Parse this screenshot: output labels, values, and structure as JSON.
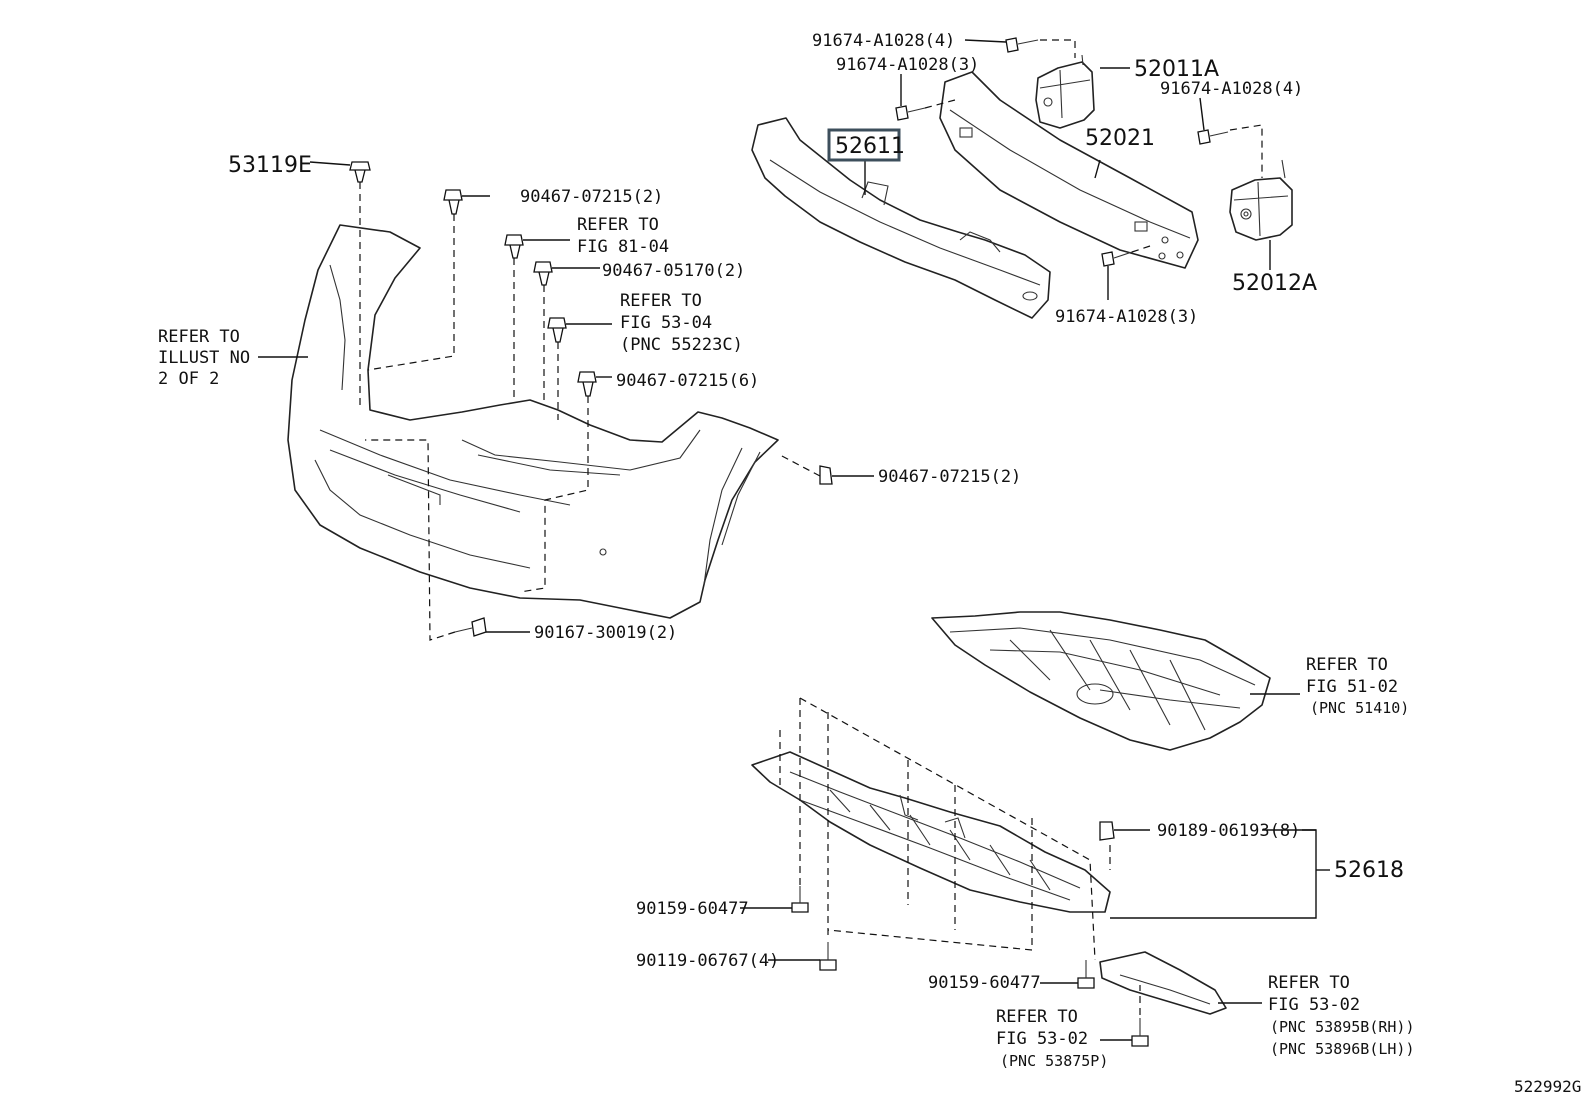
{
  "diagram": {
    "image_code": "522992G",
    "callouts": {
      "c01": "91674-A1028(4)",
      "c02": "91674-A1028(3)",
      "c03": "52011A",
      "c04": "91674-A1028(4)",
      "c05": "52611",
      "c06": "52021",
      "c07": "52012A",
      "c08": "91674-A1028(3)",
      "c09": "53119E",
      "c10": "90467-07215(2)",
      "c11a": "REFER TO",
      "c11b": "FIG 81-04",
      "c12": "90467-05170(2)",
      "c13a": "REFER TO",
      "c13b": "FIG 53-04",
      "c13c": "(PNC 55223C)",
      "c14a": "REFER TO",
      "c14b": "ILLUST NO",
      "c14c": "2 OF 2",
      "c15": "90467-07215(6)",
      "c16": "90467-07215(2)",
      "c17": "90167-30019(2)",
      "c18a": "REFER TO",
      "c18b": "FIG 51-02",
      "c18c": "(PNC 51410)",
      "c19": "90189-06193(8)",
      "c20": "52618",
      "c21": "90159-60477",
      "c22": "90119-06767(4)",
      "c23": "90159-60477",
      "c24a": "REFER TO",
      "c24b": "FIG 53-02",
      "c24c": "(PNC 53895B(RH))",
      "c24d": "(PNC 53896B(LH))",
      "c25a": "REFER TO",
      "c25b": "FIG 53-02",
      "c25c": "(PNC 53875P)"
    }
  }
}
